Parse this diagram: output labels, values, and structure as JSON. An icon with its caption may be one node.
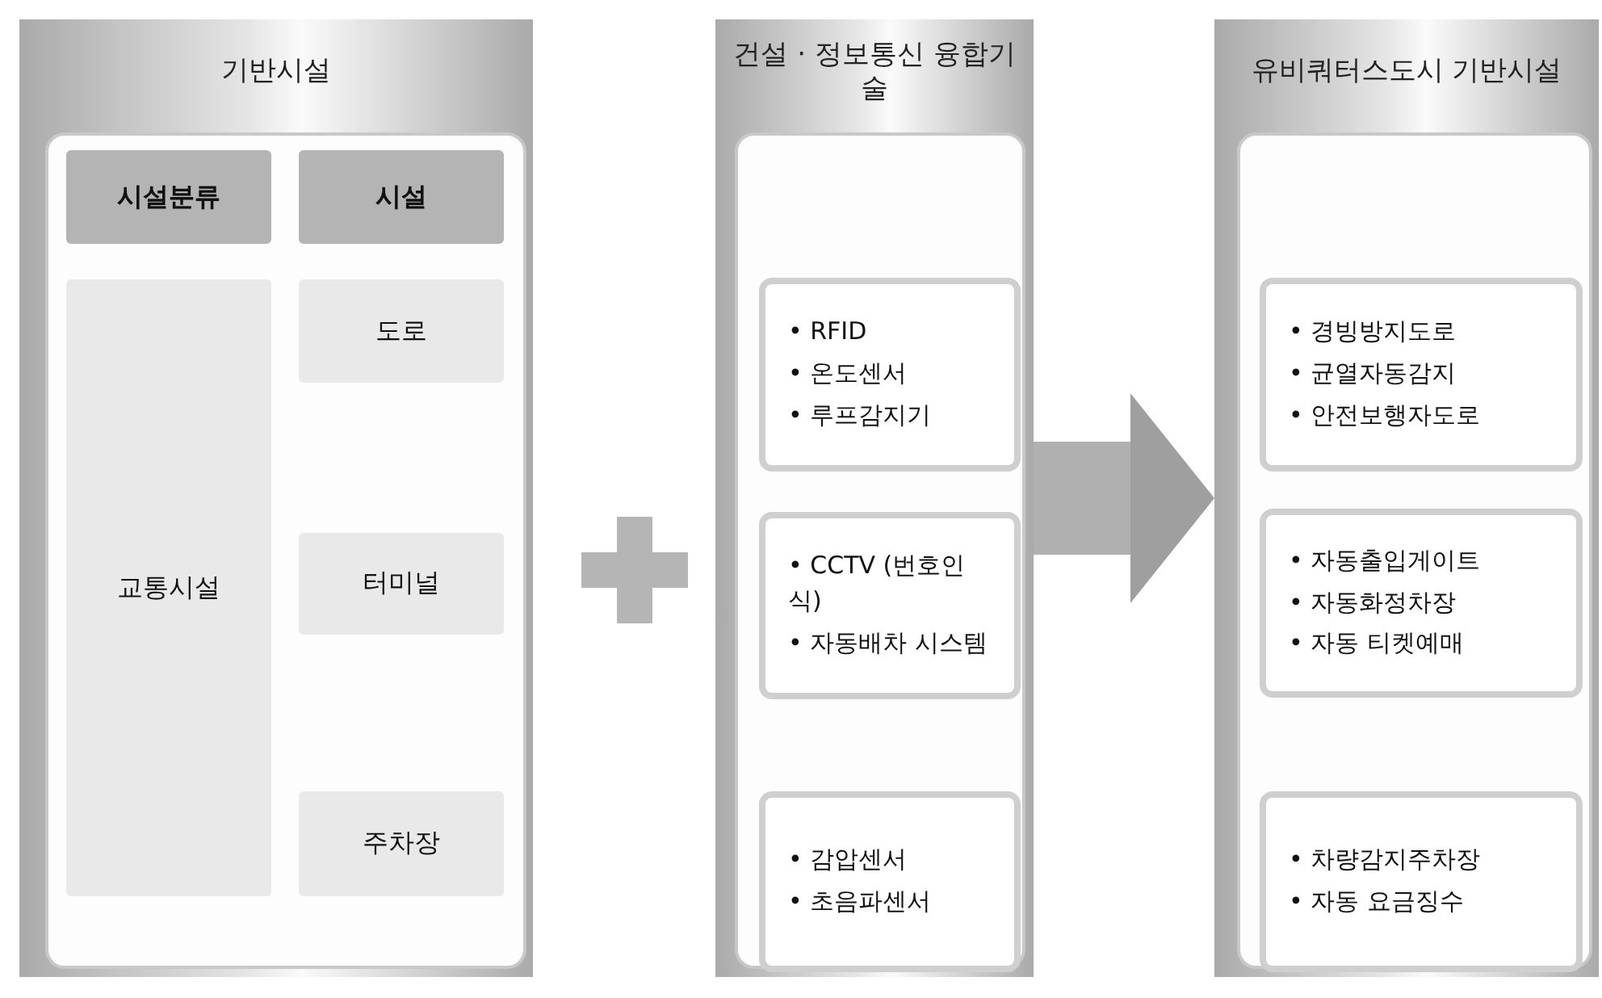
{
  "diagram": {
    "nodes": [
      {
        "text": [
          "기반시설"
        ]
      },
      {
        "text": [
          "시설분류"
        ],
        "in": 0
      },
      {
        "text": [
          "시설"
        ],
        "in": 0
      },
      {
        "text": [
          "교통시설"
        ],
        "in": 0
      },
      {
        "text": [
          "도로"
        ],
        "in": 0
      },
      {
        "text": [
          "터미널"
        ],
        "in": 0
      },
      {
        "text": [
          "주차장"
        ],
        "in": 0
      },
      {
        "text": [
          "건설 · 정보통신 융합기술"
        ]
      },
      {
        "text": [
          "• RFID",
          "• 온도센서",
          "• 루프감지기"
        ],
        "in": 7
      },
      {
        "text": [
          "• CCTV (번호인식)",
          "• 자동배차 시스템"
        ],
        "in": 7
      },
      {
        "text": [
          "• 감압센서",
          "• 초음파센서"
        ],
        "in": 7
      },
      {
        "text": [
          "유비쿼터스도시 기반시설"
        ]
      },
      {
        "text": [
          "• 경빙방지도로",
          "• 균열자동감지",
          "• 안전보행자도로"
        ],
        "in": 11
      },
      {
        "text": [
          "• 자동출입게이트",
          "• 자동화정차장",
          "• 자동 티켓예매"
        ],
        "in": 11
      },
      {
        "text": [
          "• 차량감지주차장",
          "• 자동 요금징수"
        ],
        "in": 11
      }
    ],
    "edges": [
      {
        "from": 7,
        "to": 11,
        "arrow": "to"
      }
    ]
  }
}
